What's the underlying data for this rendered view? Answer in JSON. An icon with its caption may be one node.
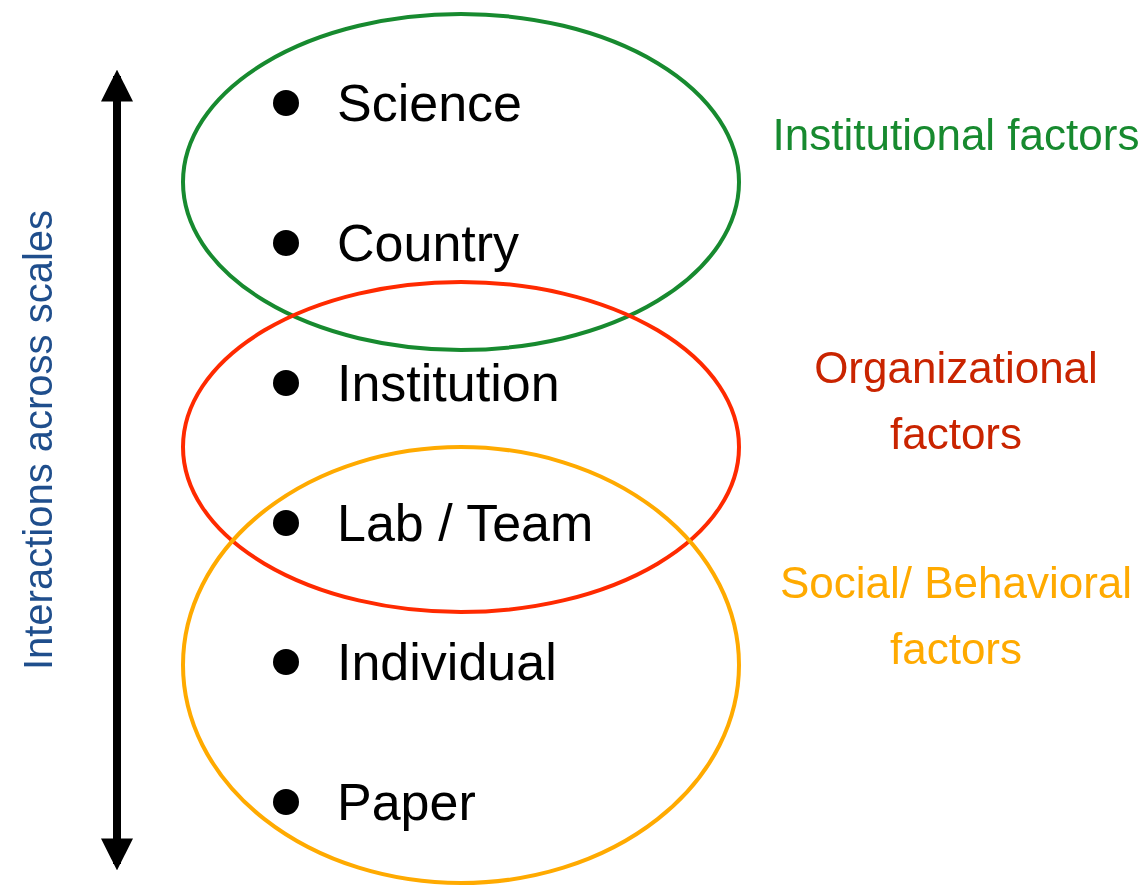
{
  "diagram": {
    "nodes": [
      {
        "text": [
          "Science",
          "Country"
        ],
        "beside": [
          "Institutional factors"
        ]
      },
      {
        "text": [
          "Institution",
          "Lab / Team"
        ],
        "beside": [
          "Organizational factors"
        ]
      },
      {
        "text": [
          "Individual",
          "Paper"
        ],
        "beside": [
          "Social/ Behavioral factors"
        ]
      }
    ],
    "labels": [
      "Interactions across scales"
    ]
  }
}
